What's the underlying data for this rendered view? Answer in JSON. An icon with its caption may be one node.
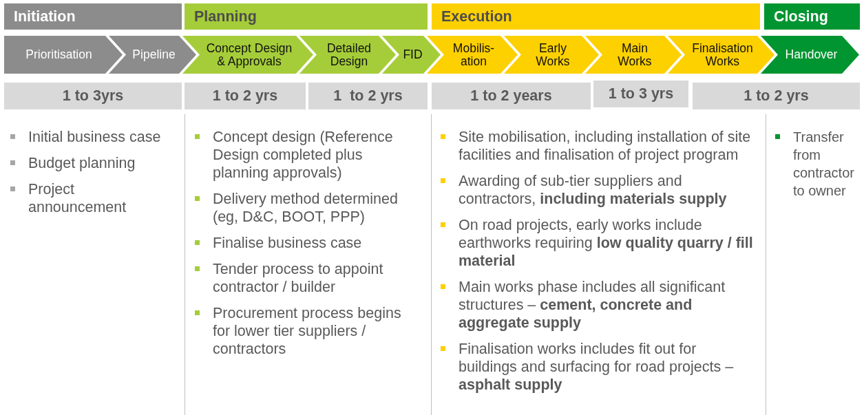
{
  "diagram": {
    "nodes": [
      {
        "text": [
          "Initiation"
        ]
      },
      {
        "text": [
          "Planning"
        ]
      },
      {
        "text": [
          "Execution"
        ]
      },
      {
        "text": [
          "Closing"
        ]
      },
      {
        "text": [
          "Prioritisation"
        ]
      },
      {
        "text": [
          "Pipeline"
        ]
      },
      {
        "text": [
          "Concept Design & Approvals"
        ]
      },
      {
        "text": [
          "Detailed Design"
        ]
      },
      {
        "text": [
          "FID"
        ]
      },
      {
        "text": [
          "Mobilis- ation"
        ]
      },
      {
        "text": [
          "Early Works"
        ]
      },
      {
        "text": [
          "Main Works"
        ]
      },
      {
        "text": [
          "Finalisation Works"
        ]
      },
      {
        "text": [
          "Handover"
        ]
      },
      {
        "text": [
          "1 to 3yrs"
        ]
      },
      {
        "text": [
          "1 to 2 yrs"
        ]
      },
      {
        "text": [
          "1  to 2 yrs"
        ]
      },
      {
        "text": [
          "1 to 2 years"
        ]
      },
      {
        "text": [
          "1 to 3 yrs"
        ]
      },
      {
        "text": [
          "1 to 2 yrs"
        ]
      }
    ],
    "labels": [
      "Initial business case",
      "Budget planning",
      "Project announcement",
      "Concept design (Reference Design completed plus planning approvals)",
      "Delivery method determined (eg, D&C, BOOT, PPP)",
      "Finalise business case",
      "Tender process to appoint contractor / builder",
      "Procurement process begins for lower tier suppliers / contractors",
      "Site mobilisation, including installation of site facilities and finalisation of project program",
      "Awarding of sub-tier suppliers and contractors, **including materials supply**",
      "On road projects, early works include earthworks requiring **low quality quarry / fill material**",
      "Main works phase includes all significant structures – **cement, concrete and aggregate supply**",
      "Finalisation works includes fit out for buildings and surfacing for road projects – **asphalt supply**",
      "Transfer from contractor to owner"
    ]
  }
}
